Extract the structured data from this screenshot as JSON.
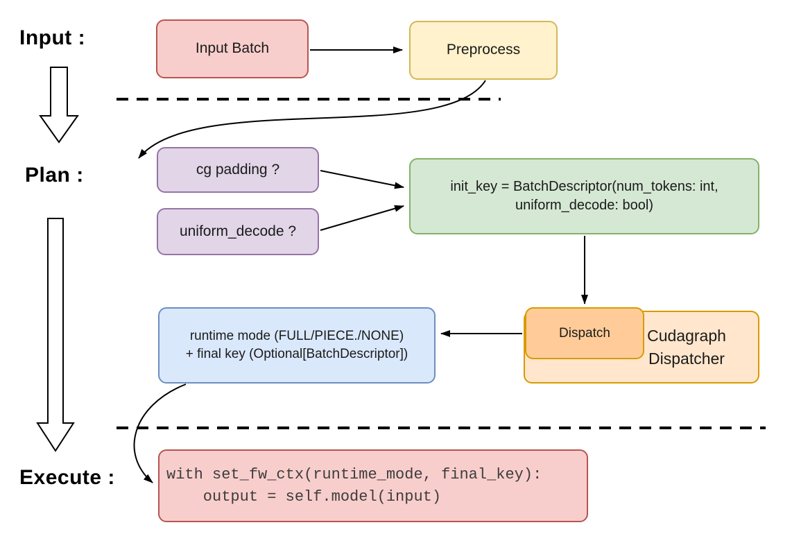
{
  "stages": {
    "input": {
      "label": "Input :"
    },
    "plan": {
      "label": "Plan :"
    },
    "execute": {
      "label": "Execute :"
    }
  },
  "nodes": {
    "input_batch": {
      "label": "Input Batch",
      "fill": "#f8cecc",
      "stroke": "#b85450"
    },
    "preprocess": {
      "label": "Preprocess",
      "fill": "#fff2cc",
      "stroke": "#d6b656"
    },
    "cg_padding": {
      "label": "cg padding ?",
      "fill": "#e1d5e7",
      "stroke": "#9673a6"
    },
    "uniform_decode": {
      "label": "uniform_decode ?",
      "fill": "#e1d5e7",
      "stroke": "#9673a6"
    },
    "init_key": {
      "line1": "init_key = BatchDescriptor(num_tokens: int,",
      "line2": "uniform_decode: bool)",
      "fill": "#d5e8d4",
      "stroke": "#82b366"
    },
    "dispatch": {
      "label": "Dispatch",
      "fill": "#ffcc99",
      "stroke": "#d79b00"
    },
    "cudagraph_dispatcher": {
      "line1": "Cudagraph",
      "line2": "Dispatcher",
      "fill": "#ffe6cc",
      "stroke": "#d79b00"
    },
    "runtime_result": {
      "line1": "runtime mode (FULL/PIECE./NONE)",
      "line2": "+ final key (Optional[BatchDescriptor])",
      "fill": "#dae8fc",
      "stroke": "#6c8ebf"
    },
    "execute_code": {
      "line1": "with set_fw_ctx(runtime_mode, final_key):",
      "line2": "    output = self.model(input)",
      "fill": "#f8cecc",
      "stroke": "#b85450"
    }
  }
}
